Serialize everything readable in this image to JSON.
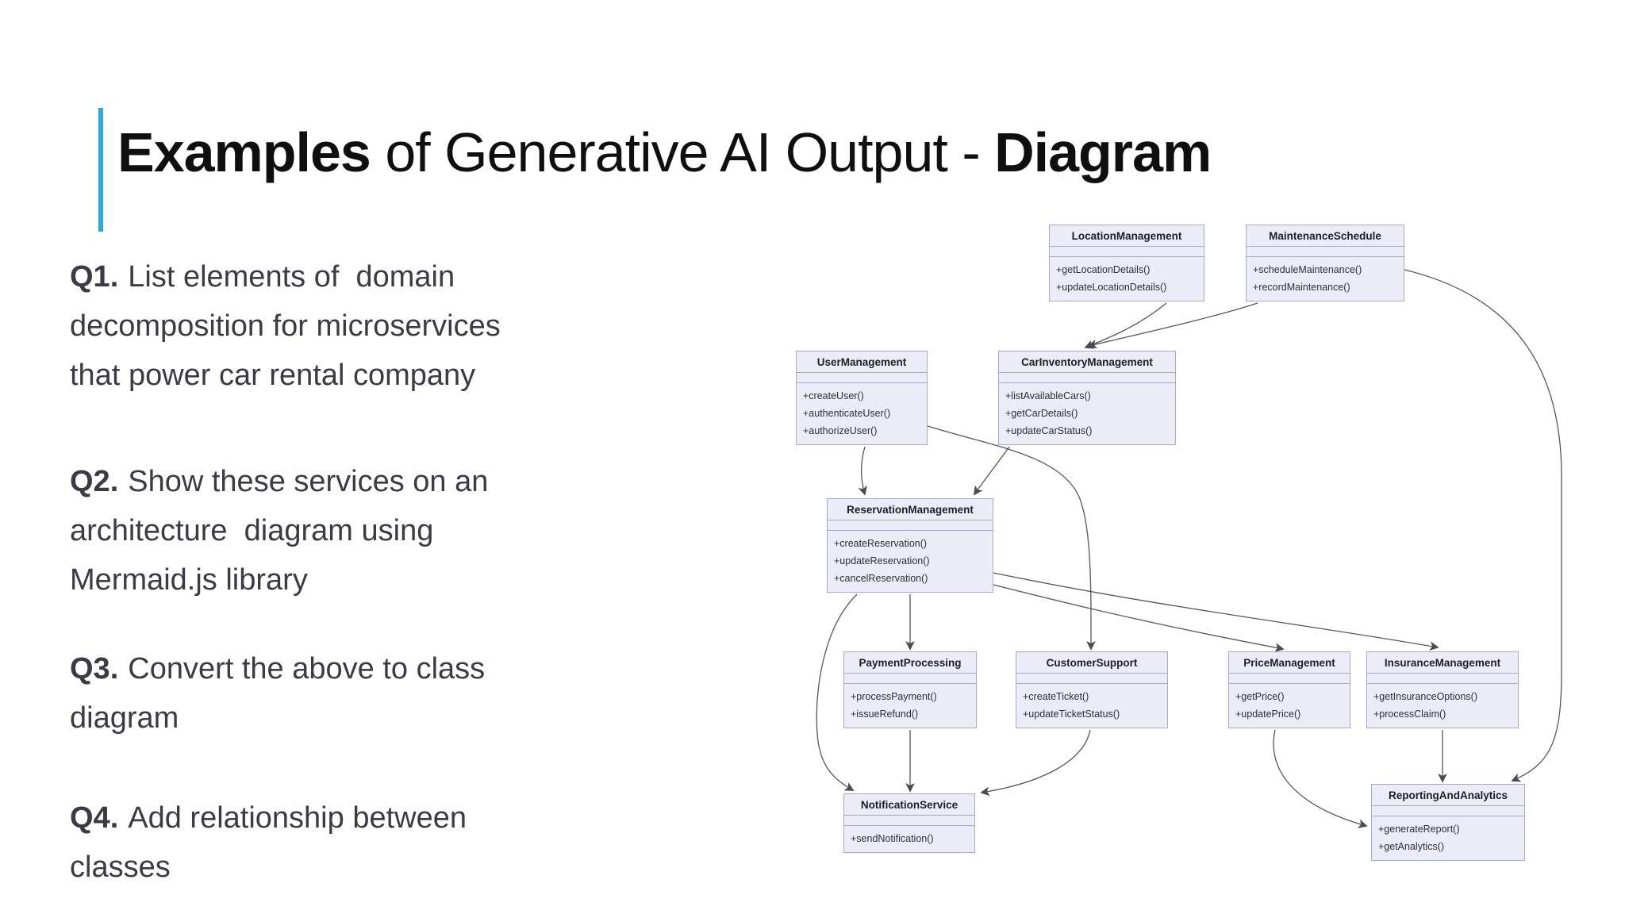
{
  "slide_title": {
    "part1": "Examples",
    "part2": " of Generative AI Output - ",
    "part3": "Diagram"
  },
  "questions": [
    {
      "label": "Q1.",
      "lines": [
        "List elements of  domain",
        "decomposition for microservices",
        "that power car rental company"
      ]
    },
    {
      "label": "Q2.",
      "lines": [
        "Show these services on an",
        "architecture  diagram using",
        "Mermaid.js library"
      ]
    },
    {
      "label": "Q3.",
      "lines": [
        "Convert the above to class",
        "diagram"
      ]
    },
    {
      "label": "Q4.",
      "lines": [
        "Add relationship between",
        "classes"
      ]
    }
  ],
  "colors": {
    "accent_bar": "#29ABE2",
    "title_text": "#0F0F12",
    "body_text": "#3B3B45",
    "class_box_fill": "#ECECF9",
    "class_box_border": "#A9A9C8",
    "edge_line": "#55555E"
  },
  "diagram": {
    "classes": [
      {
        "name": "LocationManagement",
        "methods": [
          "+getLocationDetails()",
          "+updateLocationDetails()"
        ]
      },
      {
        "name": "MaintenanceSchedule",
        "methods": [
          "+scheduleMaintenance()",
          "+recordMaintenance()"
        ]
      },
      {
        "name": "UserManagement",
        "methods": [
          "+createUser()",
          "+authenticateUser()",
          "+authorizeUser()"
        ]
      },
      {
        "name": "CarInventoryManagement",
        "methods": [
          "+listAvailableCars()",
          "+getCarDetails()",
          "+updateCarStatus()"
        ]
      },
      {
        "name": "ReservationManagement",
        "methods": [
          "+createReservation()",
          "+updateReservation()",
          "+cancelReservation()"
        ]
      },
      {
        "name": "PaymentProcessing",
        "methods": [
          "+processPayment()",
          "+issueRefund()"
        ]
      },
      {
        "name": "CustomerSupport",
        "methods": [
          "+createTicket()",
          "+updateTicketStatus()"
        ]
      },
      {
        "name": "PriceManagement",
        "methods": [
          "+getPrice()",
          "+updatePrice()"
        ]
      },
      {
        "name": "InsuranceManagement",
        "methods": [
          "+getInsuranceOptions()",
          "+processClaim()"
        ]
      },
      {
        "name": "NotificationService",
        "methods": [
          "+sendNotification()"
        ]
      },
      {
        "name": "ReportingAndAnalytics",
        "methods": [
          "+generateReport()",
          "+getAnalytics()"
        ]
      }
    ],
    "relationships": [
      {
        "from": "LocationManagement",
        "to": "CarInventoryManagement"
      },
      {
        "from": "MaintenanceSchedule",
        "to": "CarInventoryManagement"
      },
      {
        "from": "UserManagement",
        "to": "ReservationManagement"
      },
      {
        "from": "CarInventoryManagement",
        "to": "ReservationManagement"
      },
      {
        "from": "UserManagement",
        "to": "CustomerSupport"
      },
      {
        "from": "ReservationManagement",
        "to": "PaymentProcessing"
      },
      {
        "from": "ReservationManagement",
        "to": "NotificationService"
      },
      {
        "from": "ReservationManagement",
        "to": "PriceManagement"
      },
      {
        "from": "ReservationManagement",
        "to": "InsuranceManagement"
      },
      {
        "from": "PaymentProcessing",
        "to": "NotificationService"
      },
      {
        "from": "CustomerSupport",
        "to": "NotificationService"
      },
      {
        "from": "PriceManagement",
        "to": "ReportingAndAnalytics"
      },
      {
        "from": "InsuranceManagement",
        "to": "ReportingAndAnalytics"
      },
      {
        "from": "MaintenanceSchedule",
        "to": "ReportingAndAnalytics"
      }
    ]
  }
}
